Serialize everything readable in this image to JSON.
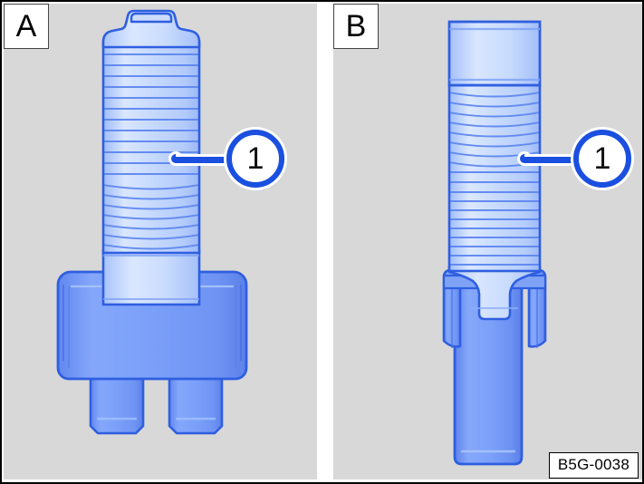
{
  "figure": {
    "background_color": "#d8d8d8",
    "frame_color": "#000000",
    "reference_code": "B5G-0038"
  },
  "panels": [
    {
      "letter": "A",
      "name": "panel-a",
      "description": "Relay / connector with extended bellows boot, flange body and two blade terminals",
      "callout": {
        "number": "1",
        "target": "bellows-boot-ribs"
      }
    },
    {
      "letter": "B",
      "name": "panel-b",
      "description": "Connector with compressed bellows boot seated into cylindrical housing",
      "callout": {
        "number": "1",
        "target": "bellows-boot-ribs"
      }
    }
  ],
  "colors": {
    "callout_blue": "#1a4fe0",
    "part_body_blue": "#6e96f5",
    "part_outline_blue": "#2f5fe0",
    "part_light_blue": "#c6d8fb",
    "background_gray": "#d8d8d8"
  }
}
